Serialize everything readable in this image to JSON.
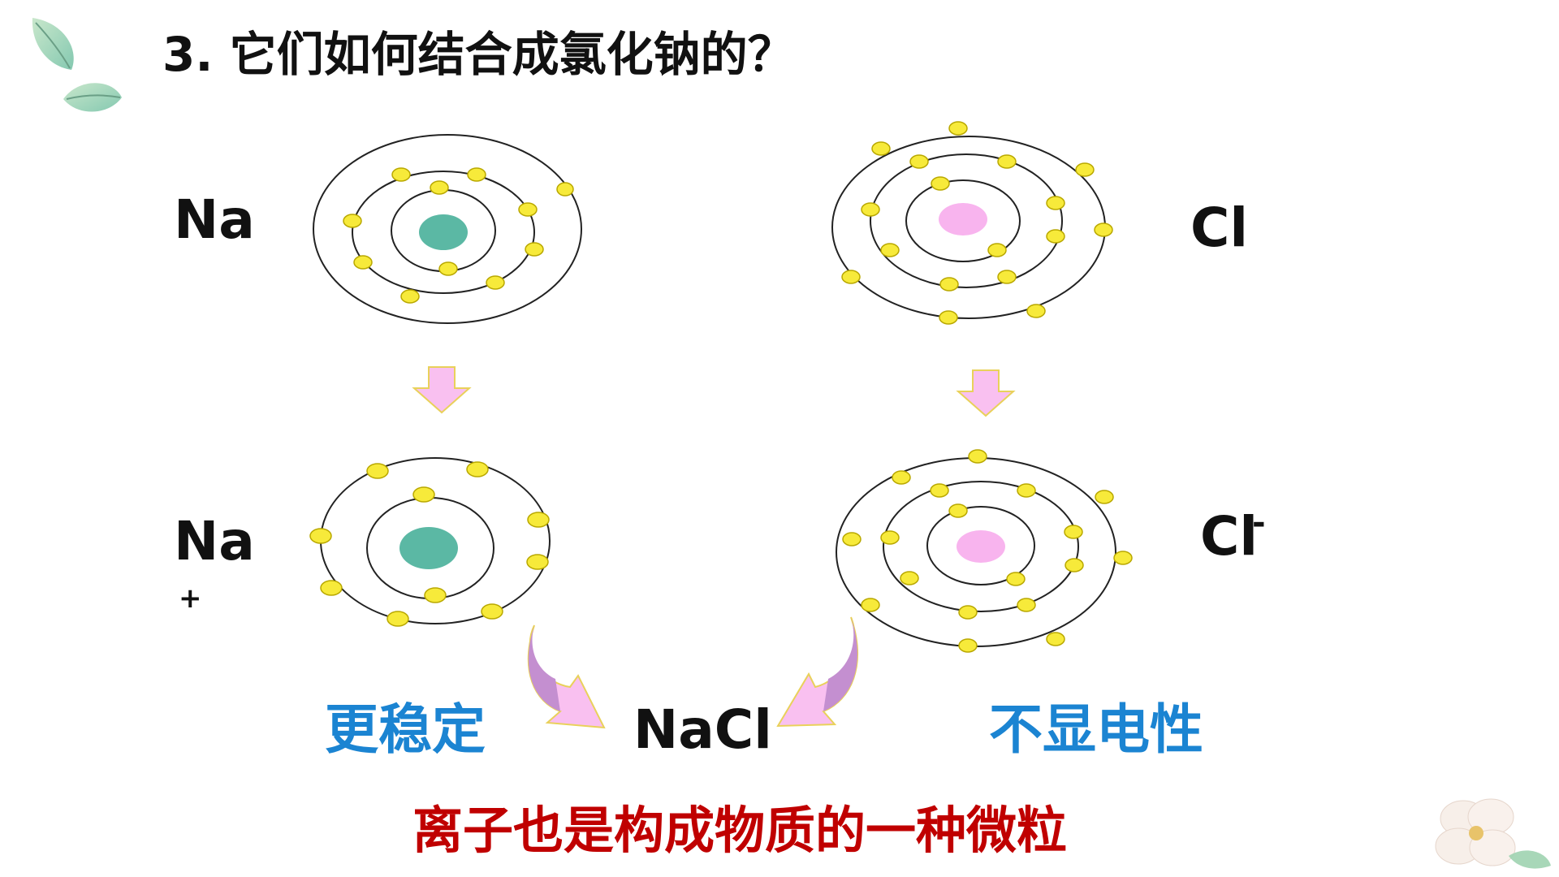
{
  "title": "3. 它们如何结合成氯化钠的？",
  "atoms": {
    "na": {
      "symbol": "Na"
    },
    "cl": {
      "symbol": "Cl"
    }
  },
  "ions": {
    "na": {
      "symbol": "Na",
      "charge": "+"
    },
    "cl": {
      "symbol": "Cl",
      "charge": "-"
    }
  },
  "compound": "NaCl",
  "notes": {
    "left": "更稳定",
    "right": "不显电性"
  },
  "conclusion": "离子也是构成物质的一种微粒",
  "colors": {
    "title": "#111111",
    "note_blue": "#1b84d2",
    "conclusion_red": "#c00000",
    "electron": "#f7ea3a",
    "na_nucleus": "#5bb8a4",
    "cl_nucleus": "#f8b4ee",
    "arrow_pink": "#f9c0f0",
    "curved_arrow_purple": "#c48fd0"
  },
  "decorations": [
    "leaf-icon",
    "flower-icon"
  ]
}
